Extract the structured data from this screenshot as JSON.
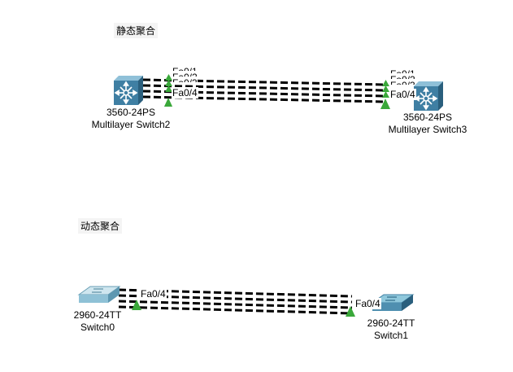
{
  "static_group": {
    "title": "静态聚合",
    "left_device": {
      "model": "3560-24PS",
      "name": "Multilayer Switch2"
    },
    "right_device": {
      "model": "3560-24PS",
      "name": "Multilayer Switch3"
    },
    "left_port": "Fa0/4",
    "right_port": "Fa0/4",
    "ghost_ports": [
      "Fa0/1",
      "Fa0/2",
      "Fa0/3"
    ],
    "link_count": 4
  },
  "dynamic_group": {
    "title": "动态聚合",
    "left_device": {
      "model": "2960-24TT",
      "name": "Switch0"
    },
    "right_device": {
      "model": "2960-24TT",
      "name": "Switch1"
    },
    "left_port": "Fa0/4",
    "right_port": "Fa0/4",
    "link_count": 4
  },
  "colors": {
    "multilayer_switch": "#3f7fa3",
    "access_switch": "#7fb7cf",
    "link_up_indicator": "#3aa83a",
    "link_line": "#000000"
  },
  "icons": {
    "multilayer": "multilayer-switch-icon",
    "access": "access-switch-icon"
  }
}
